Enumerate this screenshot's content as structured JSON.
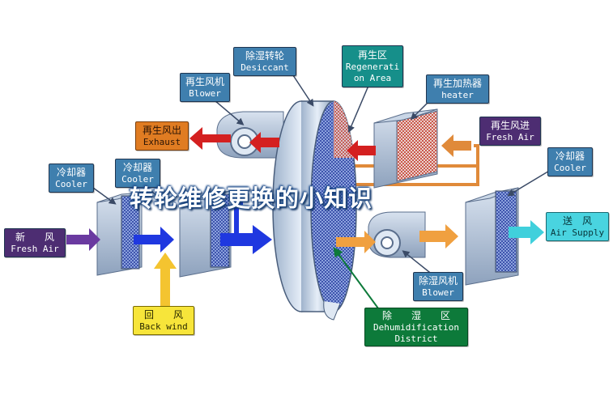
{
  "labels": {
    "desiccant": {
      "cn": "除湿转轮",
      "en": "Desiccant"
    },
    "regen_area": {
      "cn": "再生区",
      "en1": "Regenerati",
      "en2": "on Area"
    },
    "regen_blower": {
      "cn": "再生风机",
      "en": "Blower"
    },
    "regen_heater": {
      "cn": "再生加热器",
      "en": "heater"
    },
    "regen_exhaust": {
      "cn": "再生风出",
      "en": "Exhaust"
    },
    "regen_fresh_air": {
      "cn": "再生风进",
      "en": "Fresh Air"
    },
    "cooler_1": {
      "cn": "冷却器",
      "en": "Cooler"
    },
    "cooler_2": {
      "cn": "冷却器",
      "en": "Cooler"
    },
    "cooler_3": {
      "cn": "冷却器",
      "en": "Cooler"
    },
    "fresh_air": {
      "cn": "新　　风",
      "en": "Fresh Air"
    },
    "back_wind": {
      "cn": "回　　风",
      "en": "Back wind"
    },
    "air_supply": {
      "cn": "送　风",
      "en": "Air Supply"
    },
    "dehum_blower": {
      "cn": "除湿风机",
      "en": "Blower"
    },
    "dehum_district": {
      "cn": "除　　湿　　区",
      "en1": "Dehumidification",
      "en2": "District"
    }
  },
  "banner": "转轮维修更换的小知识",
  "colors": {
    "label_blue": "#3f7fae",
    "label_orange": "#e07c22",
    "label_teal": "#168f8a",
    "label_purple": "#4d2d72",
    "label_yellow": "#f7e53a",
    "label_cyan": "#49d4e0",
    "label_green": "#0d7a3a",
    "arrow_red": "#d42020",
    "arrow_blue": "#1f38e0",
    "arrow_orange": "#f0a040",
    "arrow_purple": "#6a3aa0"
  }
}
